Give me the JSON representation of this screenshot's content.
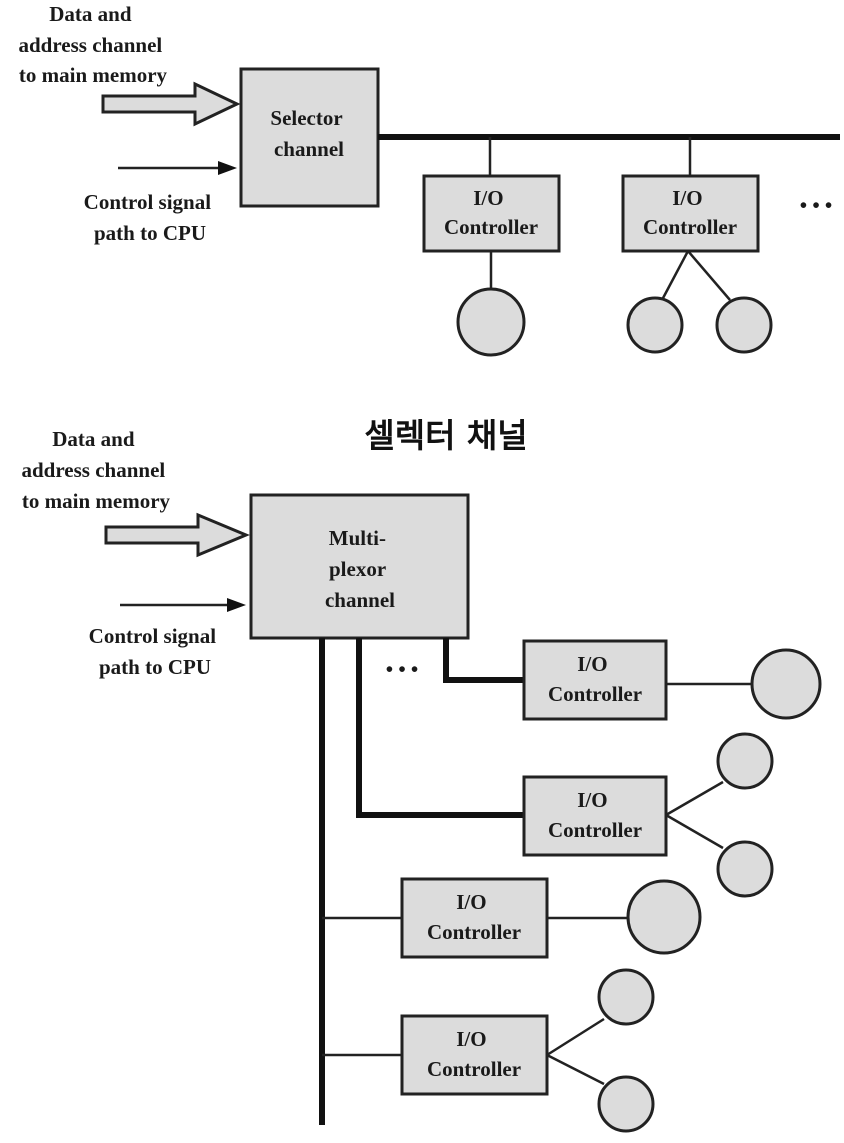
{
  "selector": {
    "data_label": [
      "Data and",
      "address channel",
      "to main memory"
    ],
    "control_label": [
      "Control signal",
      "path to CPU"
    ],
    "channel_label": [
      "Selector",
      "channel"
    ],
    "controller_label": [
      "I/O",
      "Controller"
    ],
    "ellipsis": "• • •"
  },
  "caption": "셀렉터 채널",
  "multiplexor": {
    "data_label": [
      "Data and",
      "address channel",
      "to main memory"
    ],
    "control_label": [
      "Control signal",
      "path to CPU"
    ],
    "channel_label": [
      "Multi-",
      "plexor",
      "channel"
    ],
    "controller_label": [
      "I/O",
      "Controller"
    ],
    "ellipsis": "• • •"
  },
  "colors": {
    "box_fill": "#dcdcdc",
    "line": "#111111"
  }
}
